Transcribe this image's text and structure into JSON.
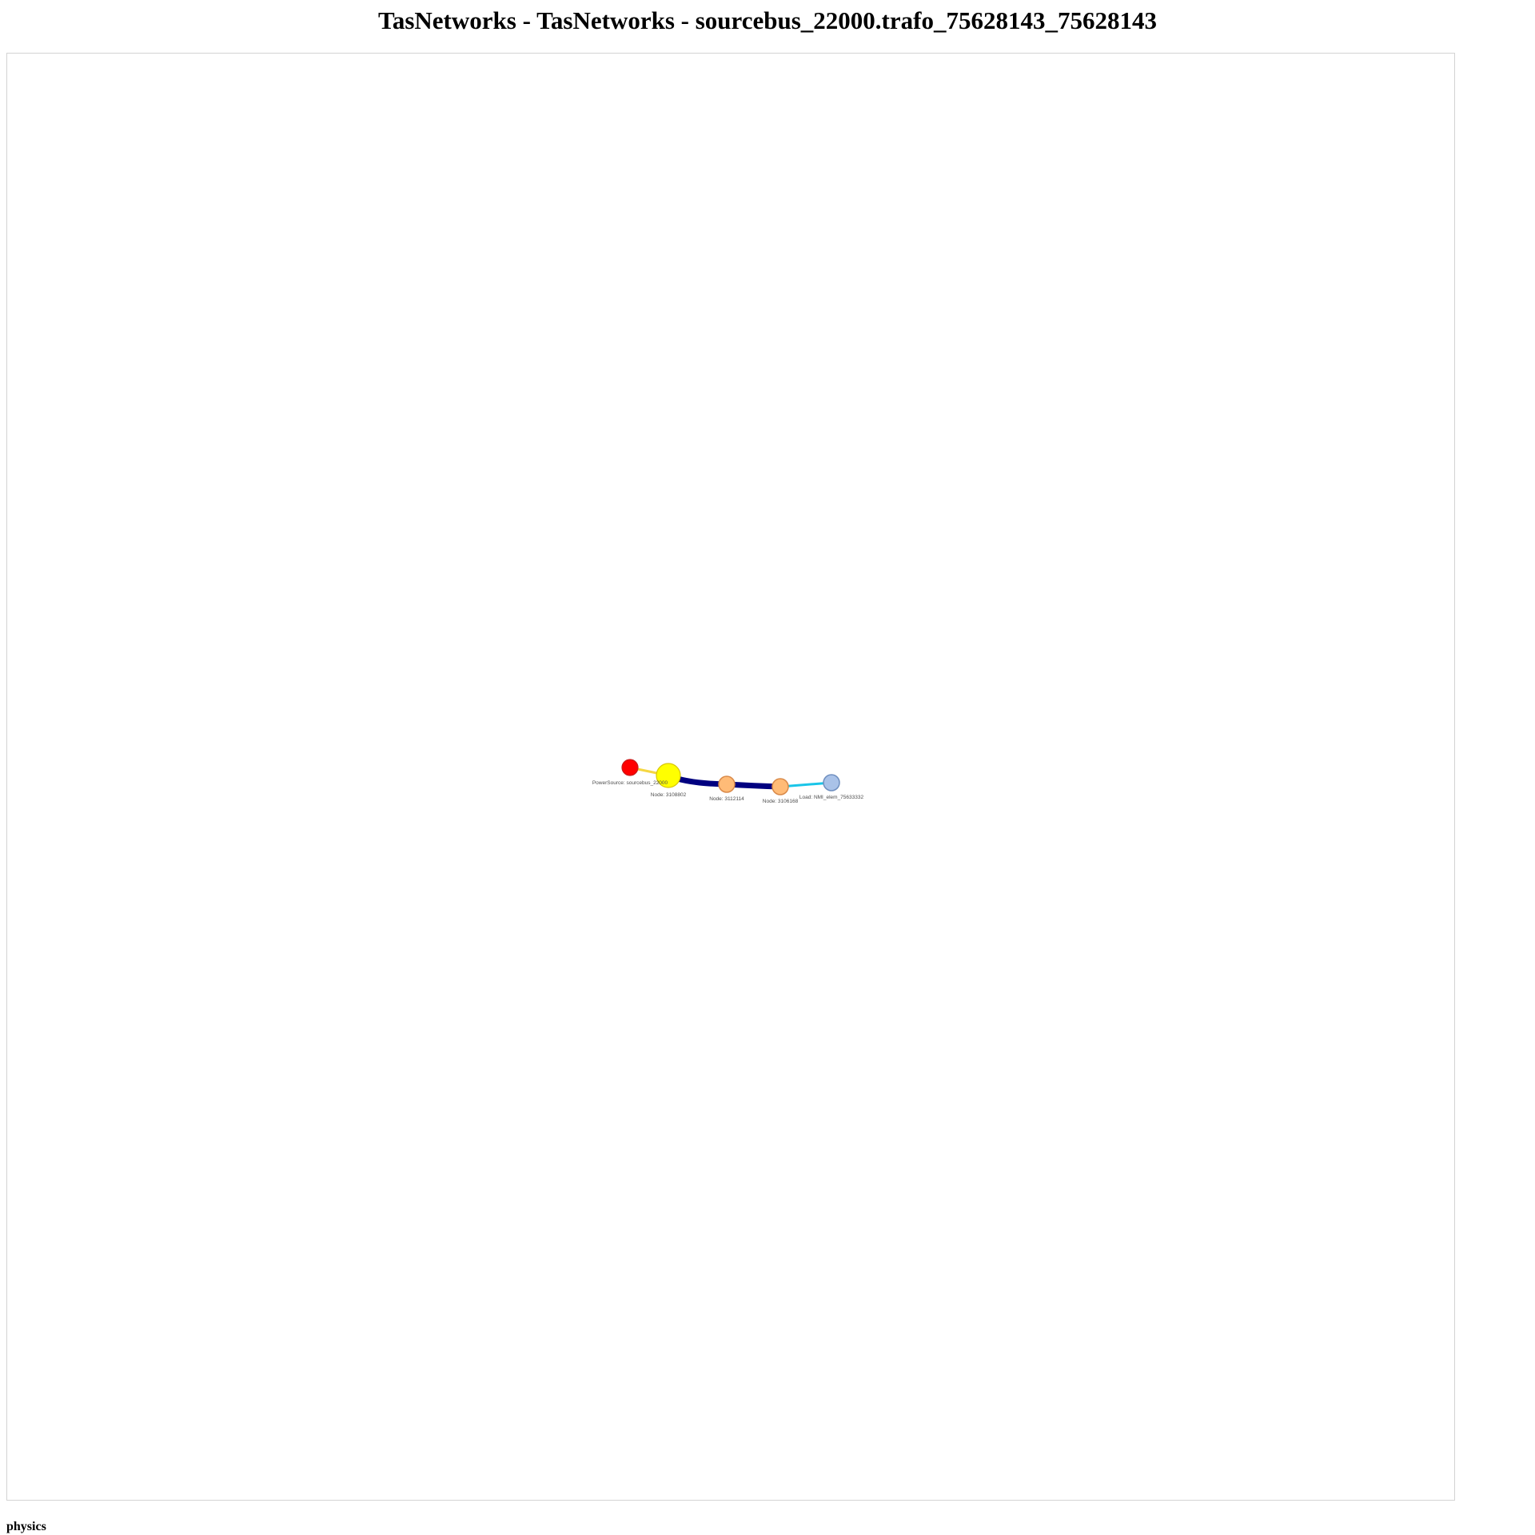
{
  "page": {
    "title": "TasNetworks - TasNetworks - sourcebus_22000.trafo_75628143_75628143",
    "physics_heading": "physics"
  },
  "network": {
    "nodes": [
      {
        "id": "powersource",
        "label": "PowerSource: sourcebus_22000",
        "fill": "#ff0000",
        "stroke": "#c81c1c",
        "kind": "power-source"
      },
      {
        "id": "n3108802",
        "label": "Node: 3108802",
        "fill": "#ffff00",
        "stroke": "#d8c600",
        "kind": "node"
      },
      {
        "id": "n3112114",
        "label": "Node: 3112114",
        "fill": "#ffbb77",
        "stroke": "#d98a4a",
        "kind": "node"
      },
      {
        "id": "n3106168",
        "label": "Node: 3106168",
        "fill": "#ffbb77",
        "stroke": "#d98a4a",
        "kind": "node"
      },
      {
        "id": "load",
        "label": "Load: NMI_elem_75633332",
        "fill": "#a9c2e8",
        "stroke": "#6f8fbf",
        "kind": "load"
      }
    ],
    "edges": [
      {
        "from": "powersource",
        "to": "n3108802",
        "color": "#f5d742"
      },
      {
        "from": "n3108802",
        "to": "n3112114",
        "color": "#000080"
      },
      {
        "from": "n3112114",
        "to": "n3106168",
        "color": "#000080"
      },
      {
        "from": "n3106168",
        "to": "load",
        "color": "#19c5e8"
      }
    ]
  }
}
